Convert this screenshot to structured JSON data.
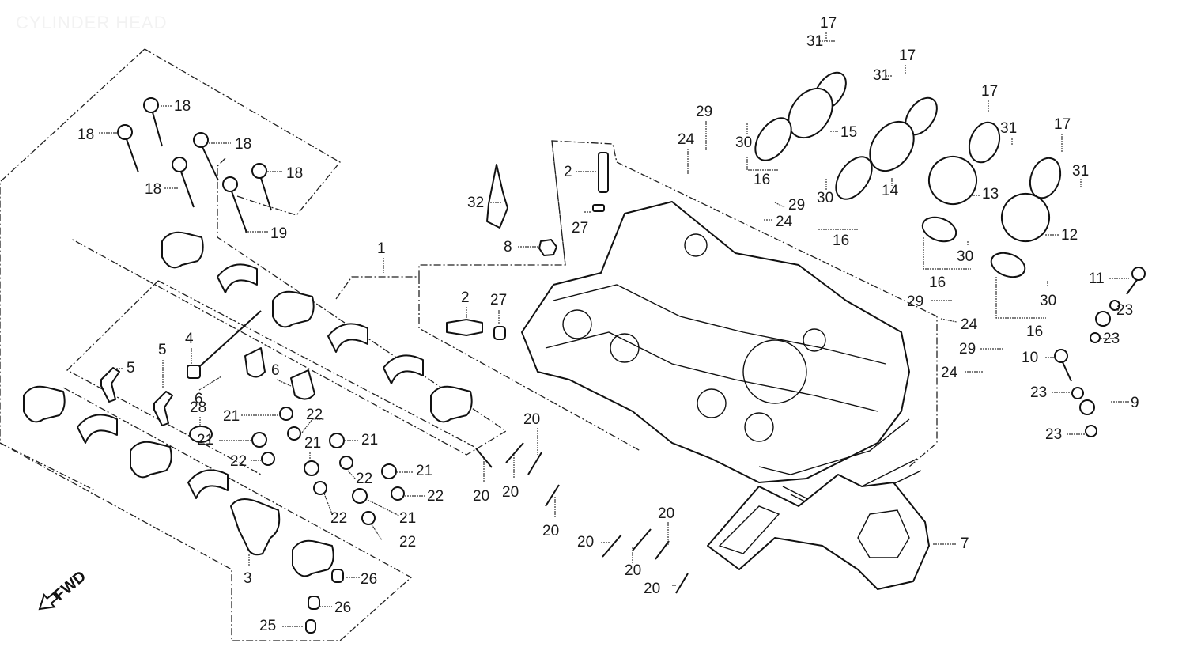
{
  "title": "CYLINDER HEAD",
  "direction_marker": {
    "icon": "fwd-arrow-icon",
    "label": "FWD"
  },
  "callouts": [
    {
      "id": "c1",
      "num": "1",
      "part": "cylinder-head-assy"
    },
    {
      "id": "c2a",
      "num": "2",
      "part": "valve-guide"
    },
    {
      "id": "c2b",
      "num": "2",
      "part": "valve-guide"
    },
    {
      "id": "c3",
      "num": "3",
      "part": "cam-holder"
    },
    {
      "id": "c4",
      "num": "4",
      "part": "rocker-shaft"
    },
    {
      "id": "c5a",
      "num": "5",
      "part": "rocker-arm"
    },
    {
      "id": "c5b",
      "num": "5",
      "part": "rocker-arm"
    },
    {
      "id": "c6a",
      "num": "6",
      "part": "lifter"
    },
    {
      "id": "c6b",
      "num": "6",
      "part": "lifter"
    },
    {
      "id": "c7",
      "num": "7",
      "part": "head-gasket"
    },
    {
      "id": "c8",
      "num": "8",
      "part": "plug"
    },
    {
      "id": "c9",
      "num": "9",
      "part": "oil-pipe"
    },
    {
      "id": "c10",
      "num": "10",
      "part": "bolt"
    },
    {
      "id": "c11",
      "num": "11",
      "part": "bolt"
    },
    {
      "id": "c12",
      "num": "12",
      "part": "insulator"
    },
    {
      "id": "c13",
      "num": "13",
      "part": "insulator"
    },
    {
      "id": "c14",
      "num": "14",
      "part": "insulator"
    },
    {
      "id": "c15",
      "num": "15",
      "part": "insulator"
    },
    {
      "id": "c16a",
      "num": "16",
      "part": "band"
    },
    {
      "id": "c16b",
      "num": "16",
      "part": "band"
    },
    {
      "id": "c16c",
      "num": "16",
      "part": "band"
    },
    {
      "id": "c16d",
      "num": "16",
      "part": "band"
    },
    {
      "id": "c17a",
      "num": "17",
      "part": "band"
    },
    {
      "id": "c17b",
      "num": "17",
      "part": "band"
    },
    {
      "id": "c17c",
      "num": "17",
      "part": "band"
    },
    {
      "id": "c17d",
      "num": "17",
      "part": "band"
    },
    {
      "id": "c18a",
      "num": "18",
      "part": "head-bolt"
    },
    {
      "id": "c18b",
      "num": "18",
      "part": "head-bolt"
    },
    {
      "id": "c18c",
      "num": "18",
      "part": "head-bolt"
    },
    {
      "id": "c18d",
      "num": "18",
      "part": "head-bolt"
    },
    {
      "id": "c18e",
      "num": "18",
      "part": "head-bolt"
    },
    {
      "id": "c19",
      "num": "19",
      "part": "head-bolt-long"
    },
    {
      "id": "c20a",
      "num": "20",
      "part": "dowel-pin"
    },
    {
      "id": "c20b",
      "num": "20",
      "part": "dowel-pin"
    },
    {
      "id": "c20c",
      "num": "20",
      "part": "dowel-pin"
    },
    {
      "id": "c20d",
      "num": "20",
      "part": "dowel-pin"
    },
    {
      "id": "c20e",
      "num": "20",
      "part": "dowel-pin"
    },
    {
      "id": "c20f",
      "num": "20",
      "part": "dowel-pin"
    },
    {
      "id": "c20g",
      "num": "20",
      "part": "dowel-pin"
    },
    {
      "id": "c20h",
      "num": "20",
      "part": "dowel-pin"
    },
    {
      "id": "c21a",
      "num": "21",
      "part": "shim"
    },
    {
      "id": "c21b",
      "num": "21",
      "part": "shim"
    },
    {
      "id": "c21c",
      "num": "21",
      "part": "shim"
    },
    {
      "id": "c21d",
      "num": "21",
      "part": "shim"
    },
    {
      "id": "c21e",
      "num": "21",
      "part": "shim"
    },
    {
      "id": "c21f",
      "num": "21",
      "part": "shim"
    },
    {
      "id": "c22a",
      "num": "22",
      "part": "washer"
    },
    {
      "id": "c22b",
      "num": "22",
      "part": "washer"
    },
    {
      "id": "c22c",
      "num": "22",
      "part": "washer"
    },
    {
      "id": "c22d",
      "num": "22",
      "part": "washer"
    },
    {
      "id": "c22e",
      "num": "22",
      "part": "washer"
    },
    {
      "id": "c22f",
      "num": "22",
      "part": "washer"
    },
    {
      "id": "c23a",
      "num": "23",
      "part": "sealing-washer"
    },
    {
      "id": "c23b",
      "num": "23",
      "part": "sealing-washer"
    },
    {
      "id": "c23c",
      "num": "23",
      "part": "sealing-washer"
    },
    {
      "id": "c23d",
      "num": "23",
      "part": "sealing-washer"
    },
    {
      "id": "c24a",
      "num": "24",
      "part": "o-ring"
    },
    {
      "id": "c24b",
      "num": "24",
      "part": "o-ring"
    },
    {
      "id": "c24c",
      "num": "24",
      "part": "o-ring"
    },
    {
      "id": "c24d",
      "num": "24",
      "part": "o-ring"
    },
    {
      "id": "c25",
      "num": "25",
      "part": "dowel"
    },
    {
      "id": "c26a",
      "num": "26",
      "part": "dowel"
    },
    {
      "id": "c26b",
      "num": "26",
      "part": "dowel"
    },
    {
      "id": "c27a",
      "num": "27",
      "part": "clip"
    },
    {
      "id": "c27b",
      "num": "27",
      "part": "clip"
    },
    {
      "id": "c28",
      "num": "28",
      "part": "seal"
    },
    {
      "id": "c29a",
      "num": "29",
      "part": "screw"
    },
    {
      "id": "c29b",
      "num": "29",
      "part": "screw"
    },
    {
      "id": "c29c",
      "num": "29",
      "part": "screw"
    },
    {
      "id": "c29d",
      "num": "29",
      "part": "screw"
    },
    {
      "id": "c30a",
      "num": "30",
      "part": "screw"
    },
    {
      "id": "c30b",
      "num": "30",
      "part": "screw"
    },
    {
      "id": "c30c",
      "num": "30",
      "part": "screw"
    },
    {
      "id": "c30d",
      "num": "30",
      "part": "screw"
    },
    {
      "id": "c31a",
      "num": "31",
      "part": "screw"
    },
    {
      "id": "c31b",
      "num": "31",
      "part": "screw"
    },
    {
      "id": "c31c",
      "num": "31",
      "part": "screw"
    },
    {
      "id": "c31d",
      "num": "31",
      "part": "screw"
    },
    {
      "id": "c32",
      "num": "32",
      "part": "spark-plug"
    }
  ]
}
